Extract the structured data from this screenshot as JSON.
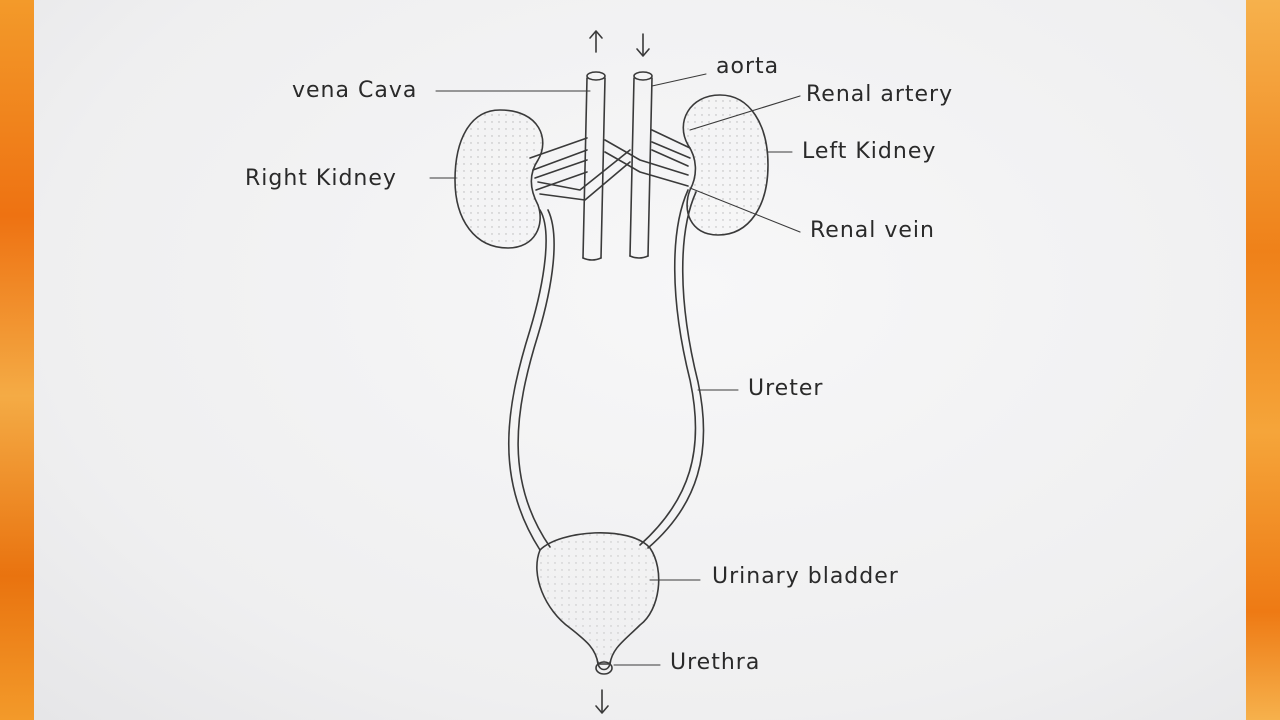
{
  "labels": {
    "vena_cava": "vena Cava",
    "aorta": "aorta",
    "renal_artery": "Renal artery",
    "left_kidney": "Left Kidney",
    "right_kidney": "Right Kidney",
    "renal_vein": "Renal vein",
    "ureter": "Ureter",
    "urinary_bladder": "Urinary bladder",
    "urethra": "Urethra"
  },
  "colors": {
    "ink": "#3a3a3a",
    "paper": "#f4f4f5",
    "background": "#f07a10"
  }
}
